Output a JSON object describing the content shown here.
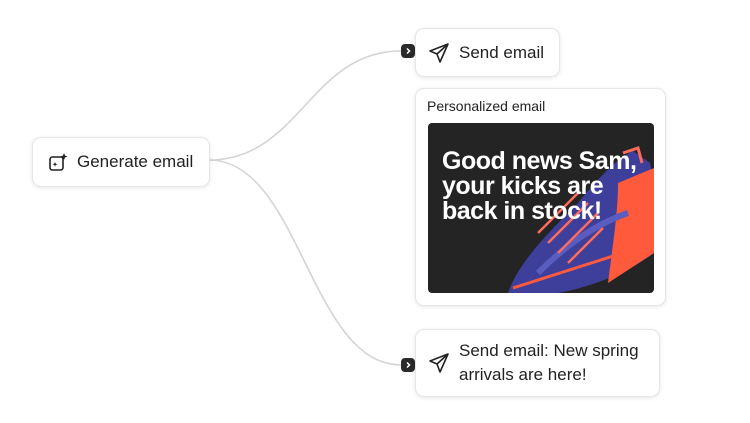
{
  "nodes": {
    "generate": {
      "label": "Generate email",
      "icon": "generate-sparkle-icon"
    },
    "send_top": {
      "label": "Send email",
      "icon": "send-icon"
    },
    "personalized": {
      "title": "Personalized email",
      "headline": "Good news Sam, your kicks are back in stock!"
    },
    "send_bottom": {
      "label_line1": "Send email: New spring",
      "label_line2": "arrivals are here!",
      "icon": "send-icon"
    }
  },
  "colors": {
    "wire": "#d4d4d4",
    "image_bg": "#242424",
    "shoe_blue": "#3d3f9a",
    "shoe_orange": "#ff5a3c"
  }
}
